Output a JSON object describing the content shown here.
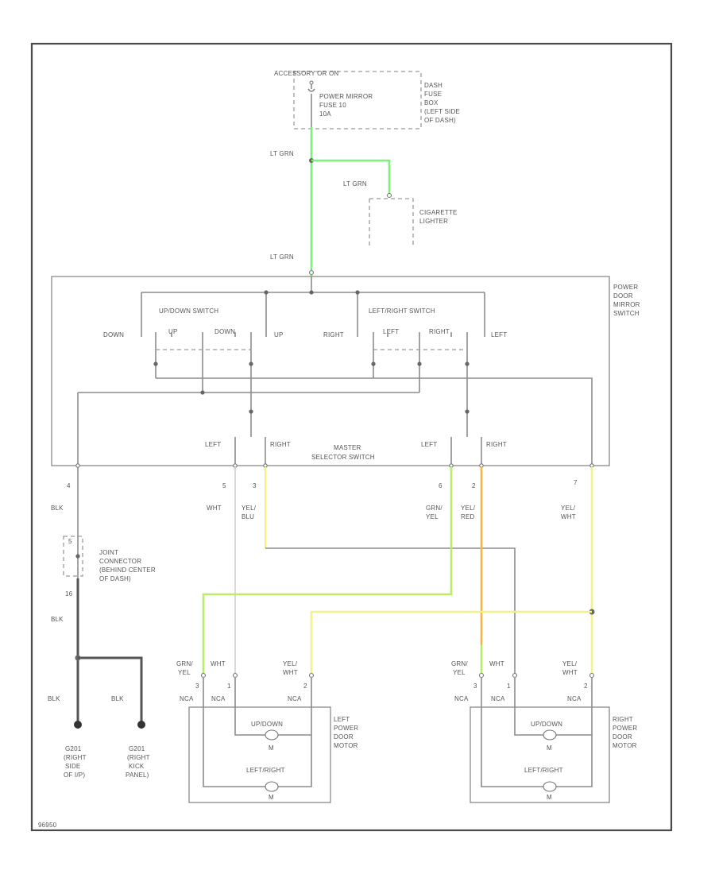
{
  "fuse_box": {
    "header": "ACCESSORY OR ON",
    "fuse_label": [
      "POWER MIRROR",
      "FUSE 10",
      "10A"
    ],
    "location": [
      "DASH",
      "FUSE",
      "BOX",
      "(LEFT SIDE",
      "OF DASH)"
    ]
  },
  "wires": {
    "lt_grn_top": "LT GRN",
    "lt_grn_lighter": "LT GRN",
    "lt_grn_switch": "LT GRN",
    "pin4": "BLK",
    "pin5": "WHT",
    "pin3": [
      "YEL/",
      "BLU"
    ],
    "pin6": [
      "GRN/",
      "YEL"
    ],
    "pin2": [
      "YEL/",
      "RED"
    ],
    "pin7": [
      "YEL/",
      "WHT"
    ],
    "ground_mid": "BLK",
    "ground_left": "BLK",
    "ground_right": "BLK",
    "left_motor_a": [
      "GRN/",
      "YEL"
    ],
    "left_motor_b": "WHT",
    "left_motor_c": [
      "YEL/",
      "WHT"
    ],
    "right_motor_a": [
      "GRN/",
      "YEL"
    ],
    "right_motor_b": "WHT",
    "right_motor_c": [
      "YEL/",
      "WHT"
    ]
  },
  "cigarette_lighter": [
    "CIGARETTE",
    "LIGHTER"
  ],
  "power_mirror_switch": {
    "title": [
      "POWER",
      "DOOR",
      "MIRROR",
      "SWITCH"
    ],
    "up_down": "UP/DOWN SWITCH",
    "left_right": "LEFT/RIGHT SWITCH",
    "down": "DOWN",
    "up": "UP",
    "up_small": "UP",
    "down_small": "DOWN",
    "right": "RIGHT",
    "left": "LEFT",
    "left_small": "LEFT",
    "right_small": "RIGHT",
    "master": [
      "MASTER",
      "SELECTOR SWITCH"
    ],
    "sel_left_a": "LEFT",
    "sel_right_a": "RIGHT",
    "sel_left_b": "LEFT",
    "sel_right_b": "RIGHT"
  },
  "pins": {
    "p4": "4",
    "p5": "5",
    "p3": "3",
    "p6": "6",
    "p2": "2",
    "p7": "7",
    "jc_top": "5",
    "jc_bottom": "16"
  },
  "joint_connector": [
    "JOINT",
    "CONNECTOR",
    "(BEHIND CENTER",
    "OF DASH)"
  ],
  "grounds": {
    "g1": [
      "G201",
      "(RIGHT",
      "SIDE",
      "OF I/P)"
    ],
    "g2": [
      "G201",
      "(RIGHT",
      "KICK",
      "PANEL)"
    ]
  },
  "left_motor": {
    "title": [
      "LEFT",
      "POWER",
      "DOOR",
      "MOTOR"
    ],
    "updown": "UP/DOWN",
    "leftright": "LEFT/RIGHT",
    "m1": "M",
    "m2": "M",
    "pin_a": "3",
    "pin_b": "1",
    "pin_c": "2",
    "nca_a": "NCA",
    "nca_b": "NCA",
    "nca_c": "NCA"
  },
  "right_motor": {
    "title": [
      "RIGHT",
      "POWER",
      "DOOR",
      "MOTOR"
    ],
    "updown": "UP/DOWN",
    "leftright": "LEFT/RIGHT",
    "m1": "M",
    "m2": "M",
    "pin_a": "3",
    "pin_b": "1",
    "pin_c": "2",
    "nca_a": "NCA",
    "nca_b": "NCA",
    "nca_c": "NCA"
  },
  "figure_id": "96950"
}
